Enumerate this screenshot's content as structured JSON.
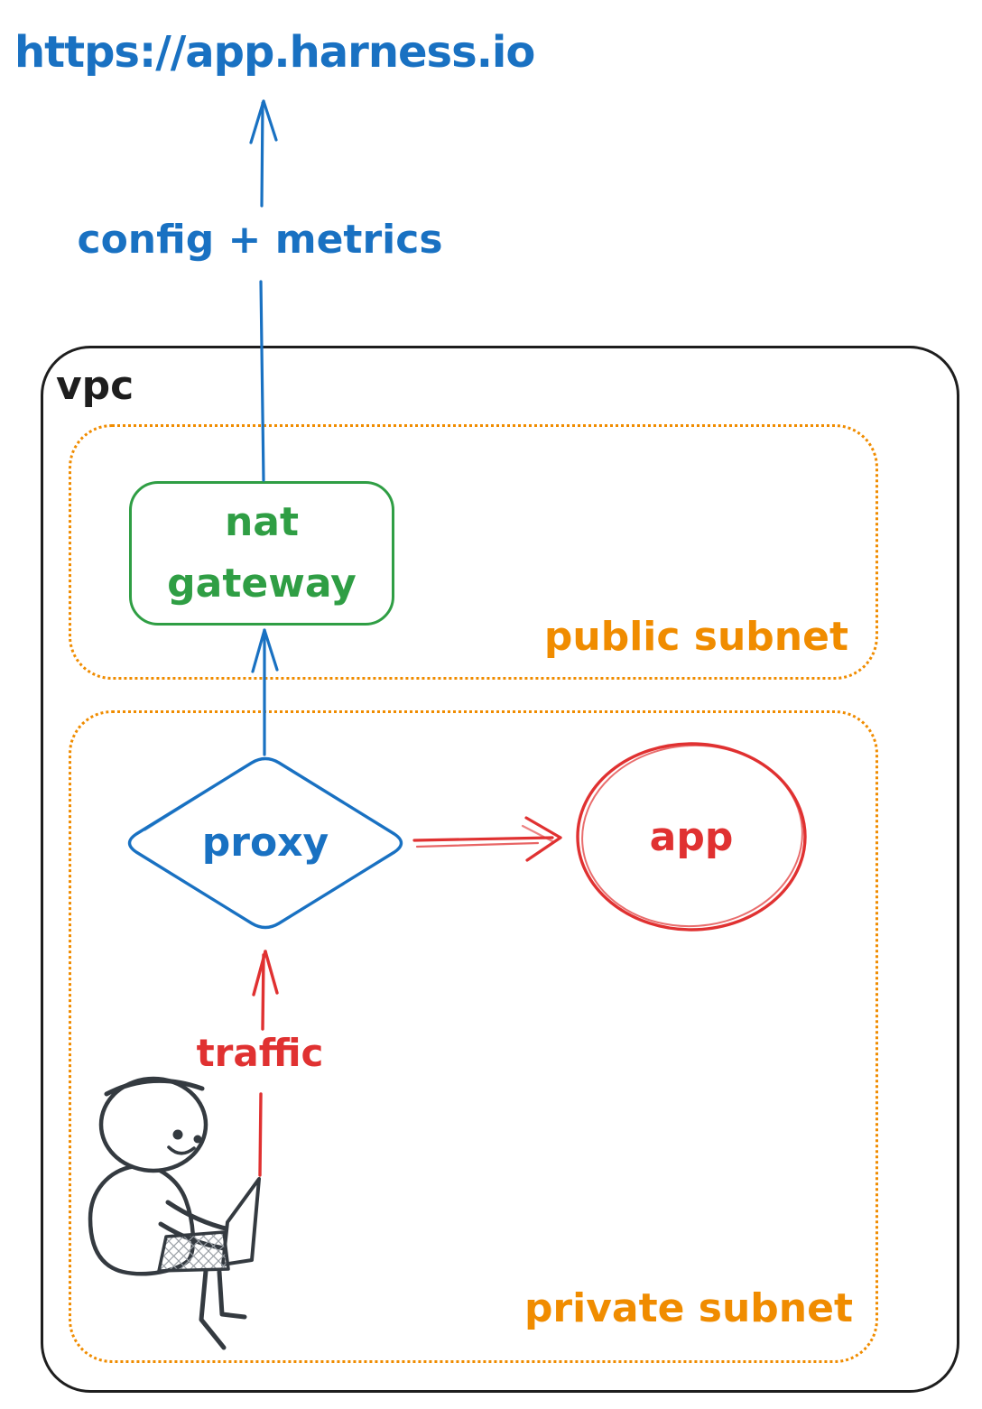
{
  "diagram": {
    "url": {
      "label": "https://app.harness.io"
    },
    "flow": {
      "label": "config + metrics"
    },
    "vpc": {
      "label": "vpc"
    },
    "public_subnet": {
      "label": "public subnet"
    },
    "nat_gateway": {
      "line1": "nat",
      "line2": "gateway"
    },
    "private_subnet": {
      "label": "private subnet"
    },
    "proxy": {
      "label": "proxy"
    },
    "app": {
      "label": "app"
    },
    "traffic": {
      "label": "traffic"
    },
    "icons": {
      "person": "person-with-laptop-icon"
    },
    "colors": {
      "arrow_blue": "#1971c2",
      "subnet_orange": "#f08c00",
      "nat_green": "#2f9e44",
      "traffic_red": "#e03131",
      "vpc_ink": "#1e1e1e",
      "person_ink": "#343a40"
    }
  }
}
